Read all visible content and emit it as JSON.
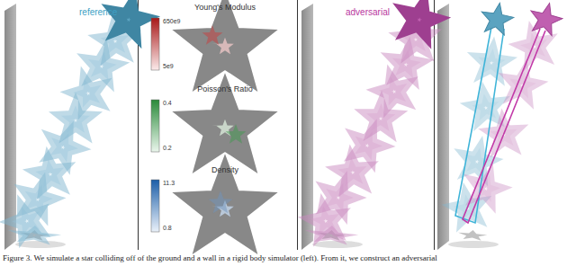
{
  "diagram": {
    "caption": "Figure 3. We simulate a star colliding off of the ground and a wall in a rigid body simulator (left). From it, we construct an adversarial",
    "labels": [
      "reference",
      "Young's Modulus",
      "650e9",
      "5e9",
      "Poisson's Ratio",
      "0.4",
      "0.2",
      "Density",
      "11.3",
      "0.8",
      "adversarial"
    ]
  }
}
